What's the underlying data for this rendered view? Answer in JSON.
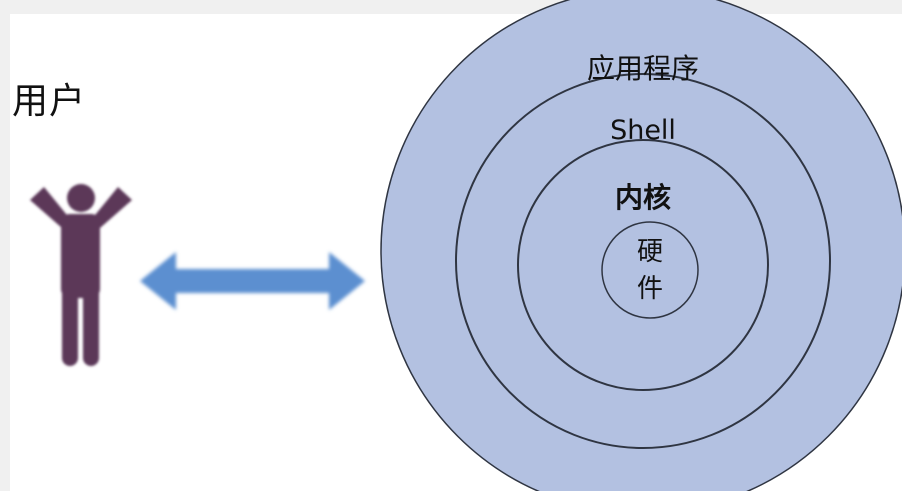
{
  "user_label": "用户",
  "layers": {
    "outer": "应用程序",
    "second": "Shell",
    "third": "内核",
    "core_line1": "硬",
    "core_line2": "件"
  },
  "colors": {
    "circle_fill": "#b3c1e1",
    "circle_stroke": "#2f3542",
    "arrow": "#5b8fd0",
    "person": "#5b3759",
    "text": "#111111"
  },
  "icons": {
    "person": "person-arms-raised-icon",
    "arrow": "double-headed-arrow-icon"
  }
}
